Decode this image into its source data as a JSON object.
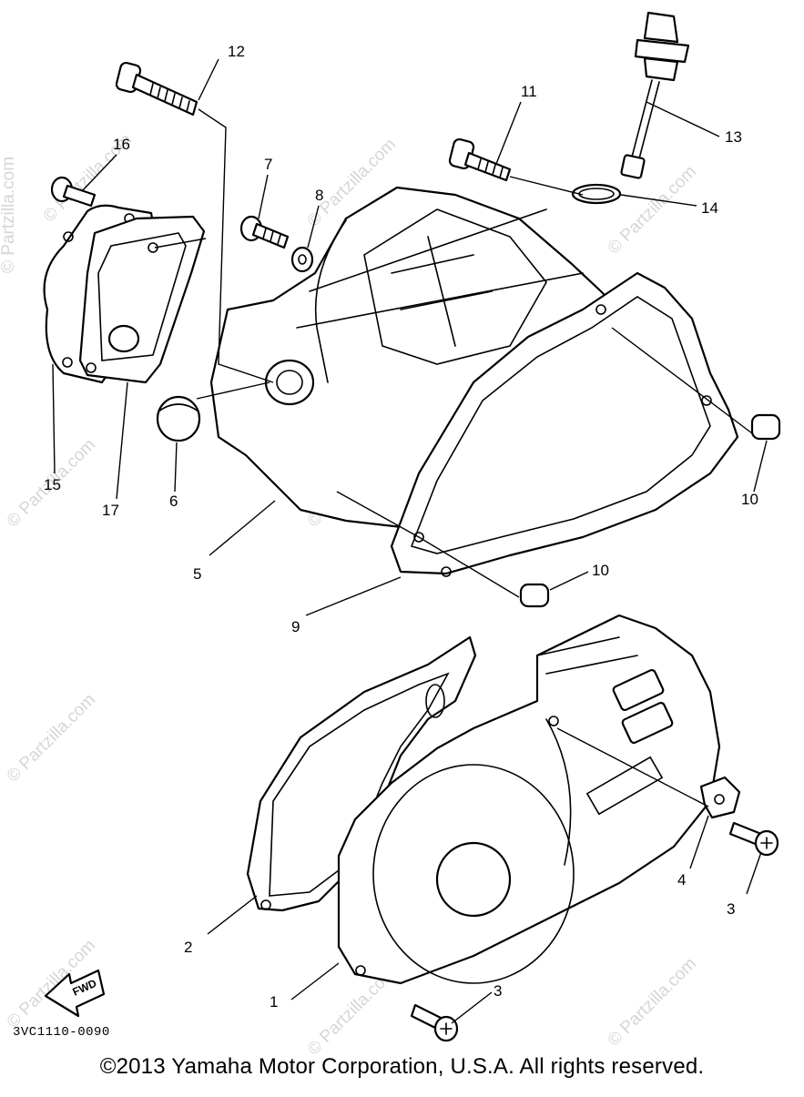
{
  "diagram": {
    "callouts": [
      {
        "id": "c12",
        "text": "12"
      },
      {
        "id": "c11",
        "text": "11"
      },
      {
        "id": "c13",
        "text": "13"
      },
      {
        "id": "c14",
        "text": "14"
      },
      {
        "id": "c16",
        "text": "16"
      },
      {
        "id": "c7",
        "text": "7"
      },
      {
        "id": "c8",
        "text": "8"
      },
      {
        "id": "c15",
        "text": "15"
      },
      {
        "id": "c17",
        "text": "17"
      },
      {
        "id": "c6",
        "text": "6"
      },
      {
        "id": "c5",
        "text": "5"
      },
      {
        "id": "c9",
        "text": "9"
      },
      {
        "id": "c10a",
        "text": "10"
      },
      {
        "id": "c10b",
        "text": "10"
      },
      {
        "id": "c4",
        "text": "4"
      },
      {
        "id": "c3a",
        "text": "3"
      },
      {
        "id": "c3b",
        "text": "3"
      },
      {
        "id": "c2",
        "text": "2"
      },
      {
        "id": "c1",
        "text": "1"
      }
    ],
    "fwd_label": "FWD",
    "drawing_code": "3VC1110-0090"
  },
  "watermark": "© Partzilla.com",
  "copyright": "©2013  Yamaha Motor Corporation, U.S.A. All rights reserved."
}
